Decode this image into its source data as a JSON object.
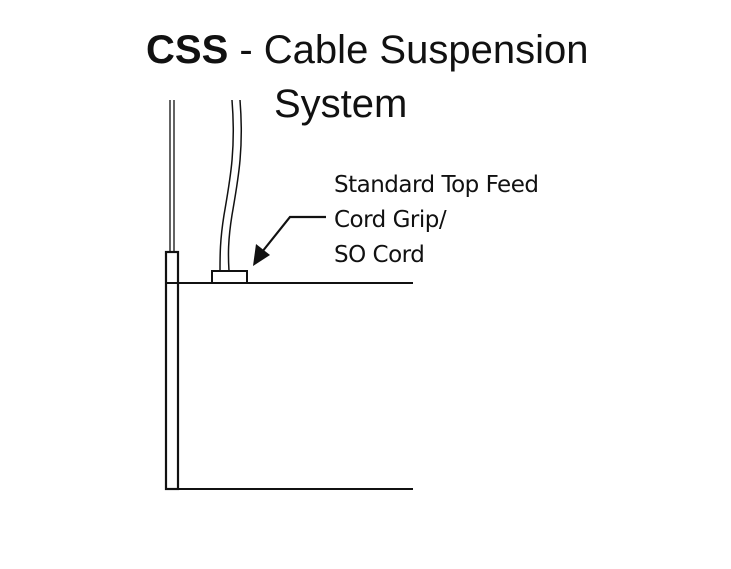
{
  "title": {
    "bold": "CSS",
    "rest": " - Cable Suspension",
    "line2": "System"
  },
  "callout": {
    "lines": [
      "Standard Top Feed",
      "Cord Grip/",
      "SO Cord"
    ]
  }
}
